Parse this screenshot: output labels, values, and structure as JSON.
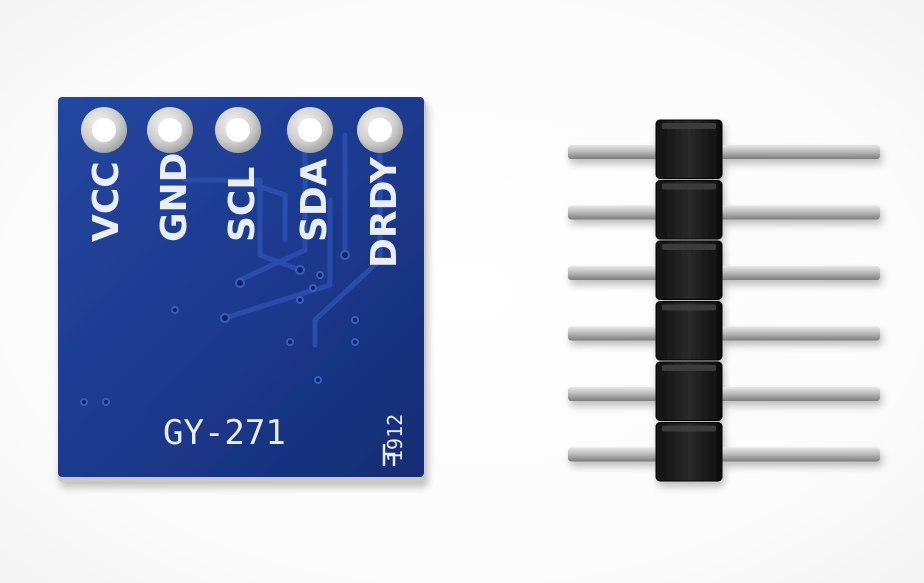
{
  "board": {
    "model_label": "GY-271",
    "date_code": "1912",
    "pins": [
      {
        "label": "VCC"
      },
      {
        "label": "GND"
      },
      {
        "label": "SCL"
      },
      {
        "label": "SDA"
      },
      {
        "label": "DRDY"
      }
    ],
    "colors": {
      "pcb": "#1d3a8f",
      "silkscreen": "#e9eef8",
      "pad": "#cfcfcf"
    }
  },
  "header": {
    "pin_count": 6,
    "colors": {
      "plastic": "#1a1a1a",
      "pin_metal": "#bdbdbd"
    }
  }
}
